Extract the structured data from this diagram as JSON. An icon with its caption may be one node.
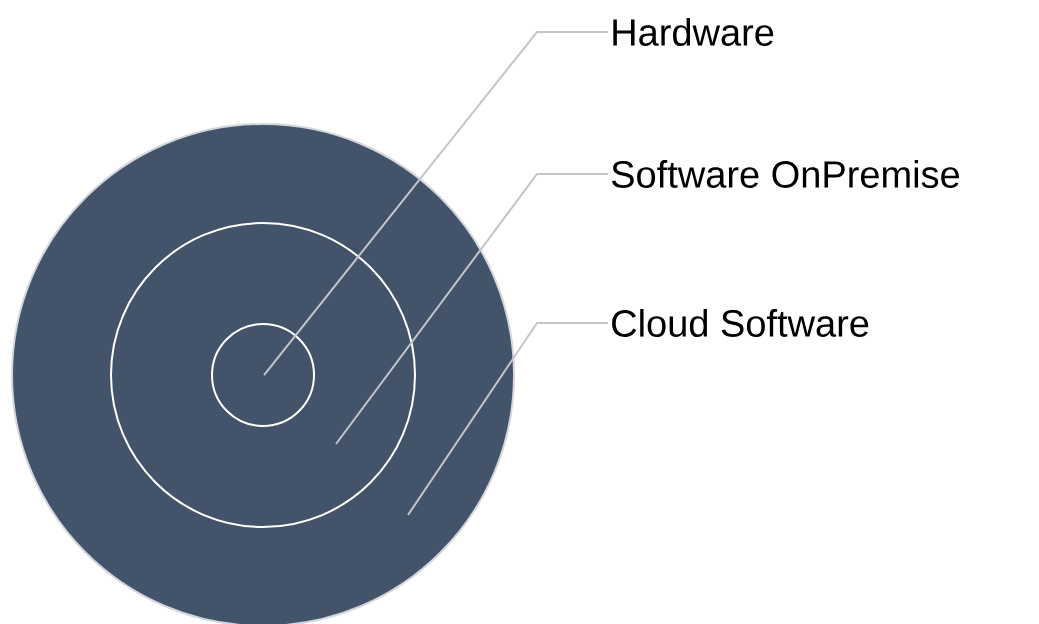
{
  "diagram": {
    "nodes": [
      {
        "text": [
          "Hardware"
        ]
      },
      {
        "text": [
          "Software OnPremise"
        ]
      },
      {
        "text": [
          "Cloud Software"
        ]
      },
      {
        "text": [],
        "shape": "circle"
      },
      {
        "text": [],
        "shape": "circle",
        "in": 3
      },
      {
        "text": [],
        "shape": "circle",
        "in": 4
      }
    ],
    "edges": [
      {
        "from": 0,
        "to": 5,
        "arrow": "none"
      },
      {
        "from": 1,
        "to": 4,
        "arrow": "none"
      },
      {
        "from": 2,
        "to": 3,
        "arrow": "none"
      }
    ]
  }
}
